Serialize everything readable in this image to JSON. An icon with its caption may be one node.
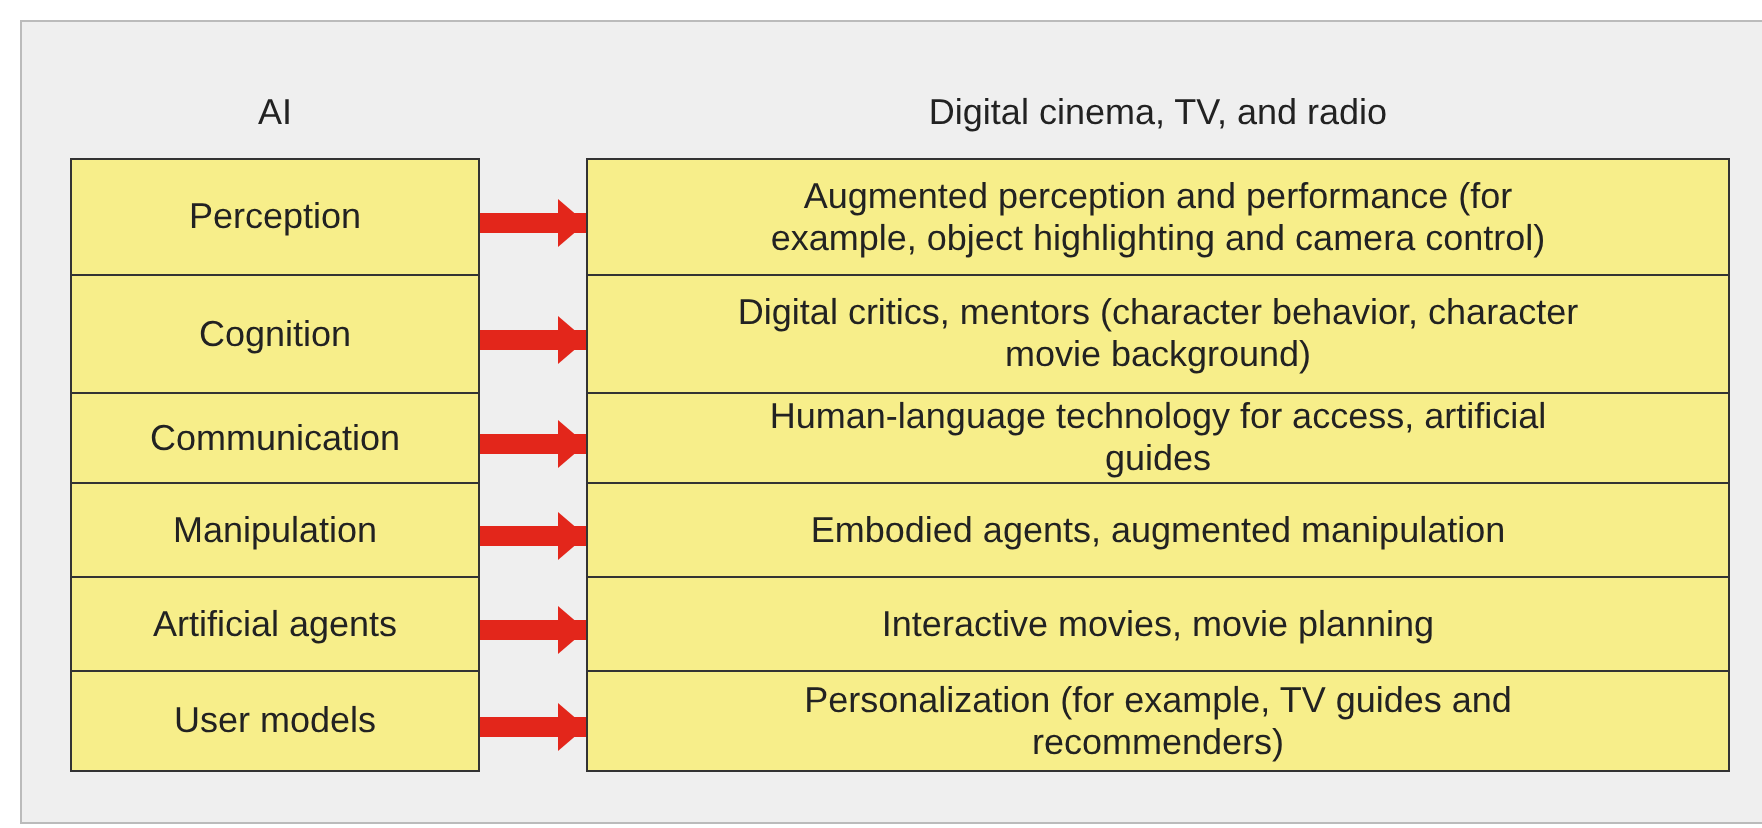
{
  "diagram": {
    "nodes": [
      {
        "text": [
          "Perception"
        ]
      },
      {
        "text": [
          "Cognition"
        ]
      },
      {
        "text": [
          "Communication"
        ]
      },
      {
        "text": [
          "Manipulation"
        ]
      },
      {
        "text": [
          "Artificial agents"
        ]
      },
      {
        "text": [
          "User models"
        ]
      },
      {
        "text": [
          "Augmented perception and performance (for example, object highlighting and camera control)"
        ]
      },
      {
        "text": [
          "Digital critics, mentors (character behavior, character movie background)"
        ]
      },
      {
        "text": [
          "Human-language technology for access, artificial guides"
        ]
      },
      {
        "text": [
          "Embodied agents, augmented manipulation"
        ]
      },
      {
        "text": [
          "Interactive movies, movie planning"
        ]
      },
      {
        "text": [
          "Personalization (for example, TV guides and recommenders)"
        ]
      }
    ],
    "edges": [
      {
        "from": 0,
        "to": 6,
        "arrow": "to"
      },
      {
        "from": 1,
        "to": 7,
        "arrow": "to"
      },
      {
        "from": 2,
        "to": 8,
        "arrow": "to"
      },
      {
        "from": 3,
        "to": 9,
        "arrow": "to"
      },
      {
        "from": 4,
        "to": 10,
        "arrow": "to"
      },
      {
        "from": 5,
        "to": 11,
        "arrow": "to"
      }
    ],
    "labels": [
      "AI",
      "Digital cinema, TV, and radio"
    ]
  }
}
